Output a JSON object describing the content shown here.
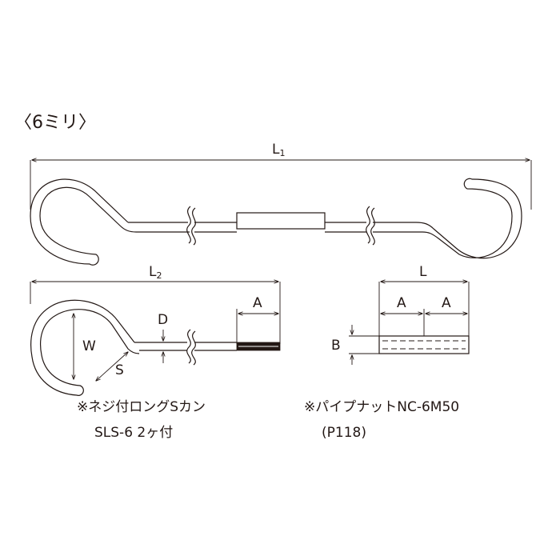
{
  "heading": "〈6ミリ〉",
  "top_diagram": {
    "dim_label": "L",
    "dim_sub": "1"
  },
  "left_diagram": {
    "dim_label": "L",
    "dim_sub": "2",
    "a_label": "A",
    "d_label": "D",
    "w_label": "W",
    "s_label": "S",
    "note_line1": "※ネジ付ロングSカン",
    "note_line2": "SLS-6 2ヶ付"
  },
  "right_diagram": {
    "l_label": "L",
    "a_left_label": "A",
    "a_right_label": "A",
    "b_label": "B",
    "note_line1": "※パイプナットNC-6M50",
    "note_line2": "(P118)"
  },
  "colors": {
    "line": "#231815",
    "background": "#ffffff"
  }
}
